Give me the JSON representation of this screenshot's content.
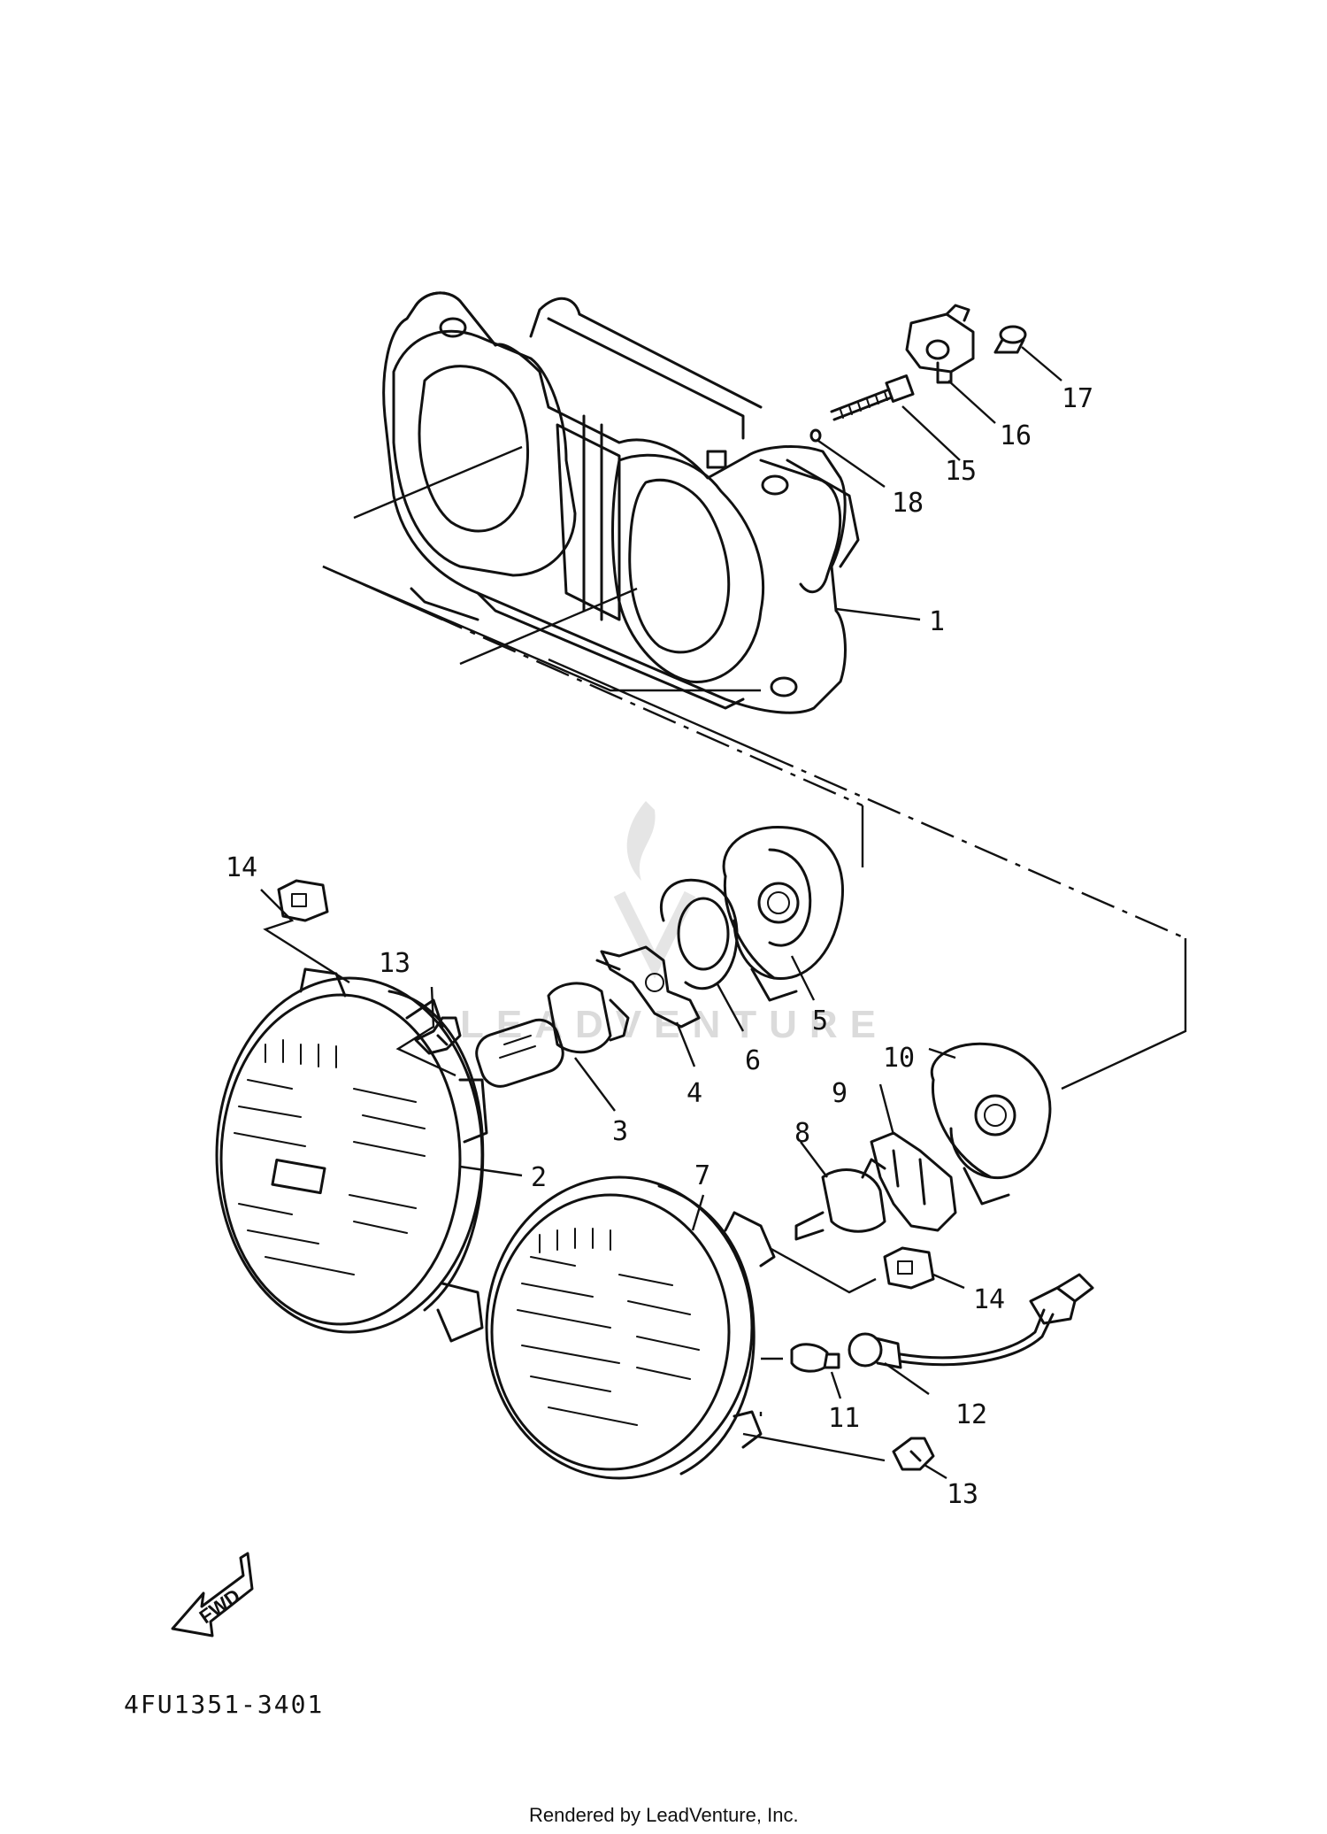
{
  "parts": [
    {
      "ref": "1"
    },
    {
      "ref": "2"
    },
    {
      "ref": "3"
    },
    {
      "ref": "4"
    },
    {
      "ref": "5"
    },
    {
      "ref": "6"
    },
    {
      "ref": "7"
    },
    {
      "ref": "8"
    },
    {
      "ref": "9"
    },
    {
      "ref": "10"
    },
    {
      "ref": "11"
    },
    {
      "ref": "12"
    },
    {
      "ref": "13"
    },
    {
      "ref": "14"
    },
    {
      "ref": "15"
    },
    {
      "ref": "16"
    },
    {
      "ref": "17"
    },
    {
      "ref": "18"
    }
  ],
  "callouts": {
    "p14a": "14",
    "p13a": "13",
    "p14b": "14",
    "p13b": "13"
  },
  "direction_label": "FWD",
  "diagram_code": "4FU1351-3401",
  "watermark": "LEADVENTURE",
  "credit": "Rendered by LeadVenture, Inc.",
  "colors": {
    "ink": "#111111",
    "background": "#ffffff",
    "watermark": "#d8d8d8"
  }
}
